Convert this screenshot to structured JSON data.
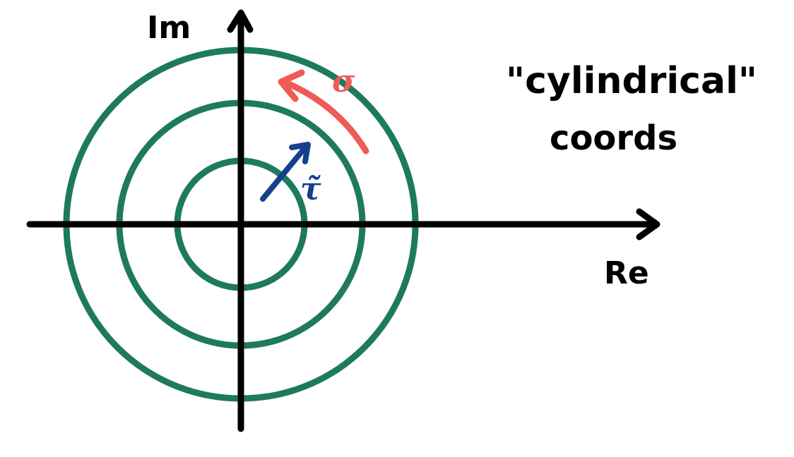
{
  "labels": {
    "imaginary_axis": "Im",
    "real_axis": "Re",
    "annotation_line1": "\"cylindrical\"",
    "annotation_line2": "coords",
    "sigma": "σ",
    "tau": "τ̃"
  },
  "colors": {
    "axes": "#000000",
    "circles": "#1e7a5c",
    "sigma_arrow": "#f05a57",
    "tau_arrow": "#163f8f",
    "background": "#ffffff"
  },
  "circles": {
    "count": 3
  }
}
